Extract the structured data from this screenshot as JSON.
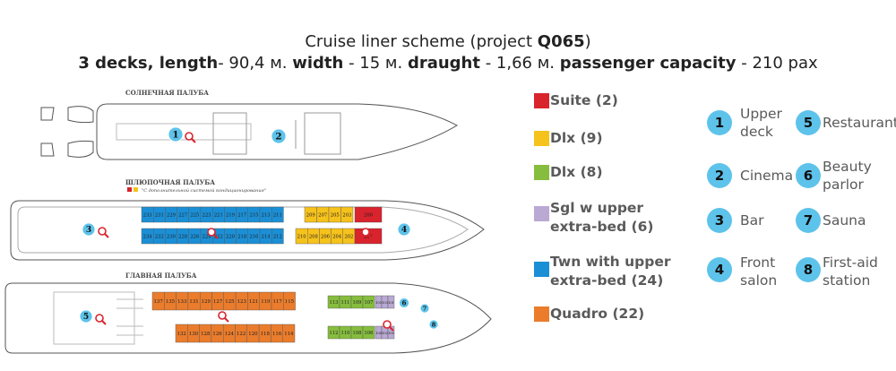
{
  "title": {
    "line1_prefix": "Cruise liner scheme (project ",
    "line1_bold": "Q065",
    "line1_suffix": ")",
    "line2_b1": "3 decks, length",
    "line2_t1": "- 90,4 м. ",
    "line2_b2": "width",
    "line2_t2": " - 15 м. ",
    "line2_b3": "draught",
    "line2_t3": " - 1,66 м. ",
    "line2_b4": "passenger capacity",
    "line2_t4": " - 210 pax"
  },
  "decks": {
    "sun_deck_label": "СОЛНЕЧНАЯ ПАЛУБА",
    "boat_deck_label": "ШЛЮПОЧНАЯ ПАЛУБА",
    "boat_deck_note": "\"С дополнительной системой кондиционирования\"",
    "main_deck_label": "ГЛАВНАЯ ПАЛУБА"
  },
  "cabins": {
    "boat_blue_top": [
      "233",
      "231",
      "229",
      "227",
      "225",
      "223",
      "221",
      "219",
      "217",
      "215",
      "213",
      "211"
    ],
    "boat_blue_bottom": [
      "234",
      "232",
      "230",
      "228",
      "226",
      "224",
      "222",
      "220",
      "218",
      "216",
      "214",
      "212"
    ],
    "boat_yellow_top": [
      "209",
      "207",
      "205",
      "203"
    ],
    "boat_yellow_bottom": [
      "210",
      "208",
      "206",
      "204",
      "202"
    ],
    "boat_red_top": "200",
    "boat_red_bottom": "201",
    "main_orange_top": [
      "137",
      "135",
      "133",
      "131",
      "129",
      "127",
      "125",
      "123",
      "121",
      "119",
      "117",
      "115"
    ],
    "main_orange_bottom": [
      "132",
      "130",
      "128",
      "126",
      "124",
      "122",
      "120",
      "118",
      "116",
      "114"
    ],
    "main_green_top": [
      "113",
      "111",
      "109",
      "107"
    ],
    "main_green_bottom": [
      "112",
      "110",
      "108",
      "106"
    ],
    "main_lilac_top": [
      "105",
      "103",
      "101"
    ],
    "main_lilac_bottom": [
      "104",
      "102",
      "100"
    ]
  },
  "map_markers": {
    "m1": "1",
    "m2": "2",
    "m3": "3",
    "m4": "4",
    "m5": "5",
    "m6": "6",
    "m7": "7",
    "m8": "8"
  },
  "legend": [
    {
      "label": "Suite  (2)",
      "color": "#d9232d"
    },
    {
      "label": "Dlx (9)",
      "color": "#f6c21c"
    },
    {
      "label": "Dlx (8)",
      "color": "#86bd3e"
    },
    {
      "label": "Sgl w upper\nextra-bed (6)",
      "color": "#b9a9d3"
    },
    {
      "label": "Twn with upper\nextra-bed (24)",
      "color": "#1b8fd6"
    },
    {
      "label": "Quadro (22)",
      "color": "#ea7c2c"
    }
  ],
  "facilities": [
    {
      "num": "1",
      "name": "Upper\ndeck"
    },
    {
      "num": "2",
      "name": "Cinema"
    },
    {
      "num": "3",
      "name": "Bar"
    },
    {
      "num": "4",
      "name": "Front\nsalon"
    },
    {
      "num": "5",
      "name": "Restaurant"
    },
    {
      "num": "6",
      "name": "Beauty\nparlor"
    },
    {
      "num": "7",
      "name": "Sauna"
    },
    {
      "num": "8",
      "name": "First-aid\nstation"
    }
  ],
  "colors": {
    "marker": "#5ec3ea",
    "magnifier": "#d9232d",
    "deck_outline": "#555555"
  }
}
